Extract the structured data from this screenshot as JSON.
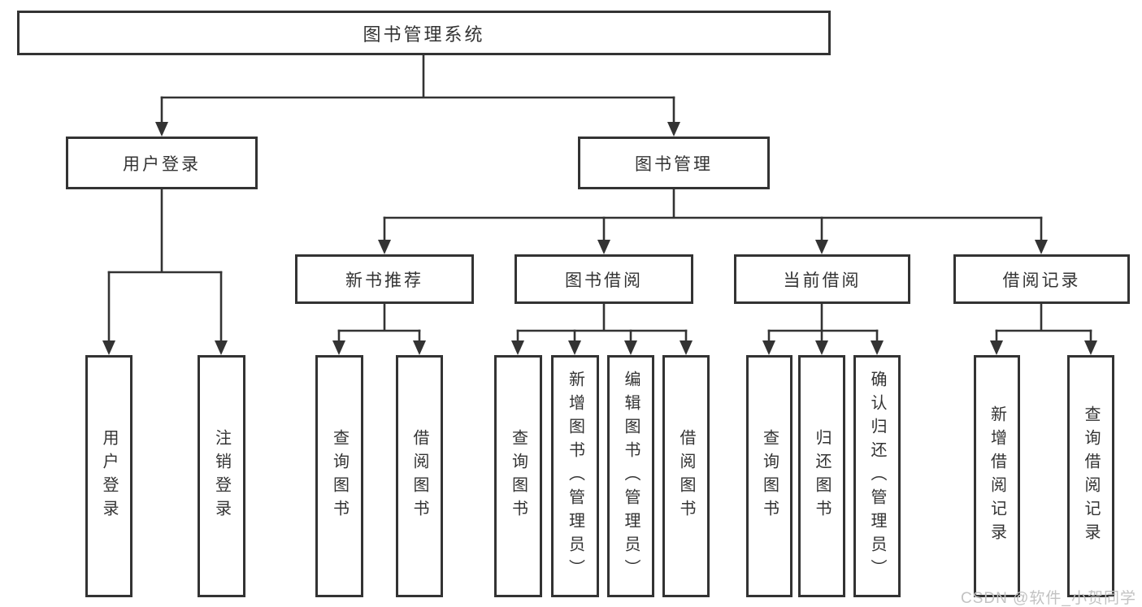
{
  "diagram": {
    "tree": {
      "label": "图书管理系统",
      "children": [
        {
          "label": "用户登录",
          "children": [
            {
              "label": "用户登录"
            },
            {
              "label": "注销登录"
            }
          ]
        },
        {
          "label": "图书管理",
          "children": [
            {
              "label": "新书推荐",
              "children": [
                {
                  "label": "查询图书"
                },
                {
                  "label": "借阅图书"
                }
              ]
            },
            {
              "label": "图书借阅",
              "children": [
                {
                  "label": "查询图书"
                },
                {
                  "label": "新增图书（管理员）"
                },
                {
                  "label": "编辑图书（管理员）"
                },
                {
                  "label": "借阅图书"
                }
              ]
            },
            {
              "label": "当前借阅",
              "children": [
                {
                  "label": "查询图书"
                },
                {
                  "label": "归还图书"
                },
                {
                  "label": "确认归还（管理员）"
                }
              ]
            },
            {
              "label": "借阅记录",
              "children": [
                {
                  "label": "新增借阅记录"
                },
                {
                  "label": "查询借阅记录"
                }
              ]
            }
          ]
        }
      ]
    }
  },
  "watermark": {
    "text": "CSDN @软件_小贺同学"
  },
  "colors": {
    "line": "#333333",
    "text": "#333333",
    "box_background": "#ffffff",
    "watermark": "#c2c2c2",
    "background": "#ffffff"
  }
}
